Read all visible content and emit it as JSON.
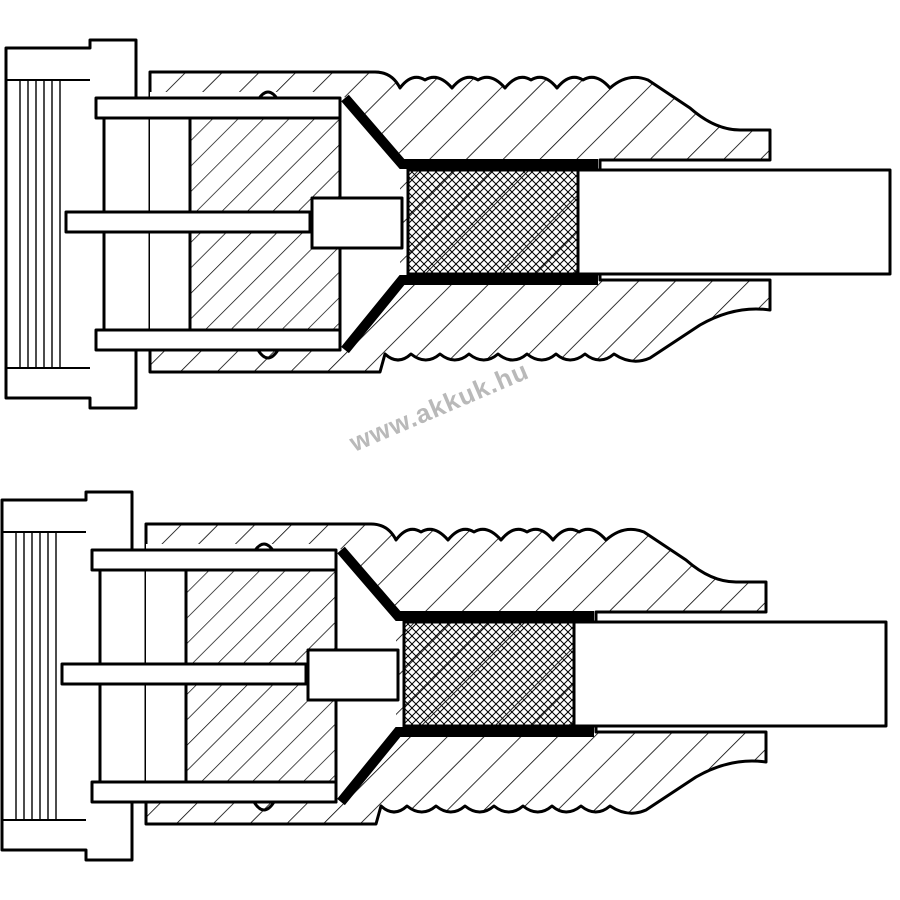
{
  "watermark": {
    "text": "www.akkuk.hu"
  },
  "colors": {
    "line": "#000000",
    "background": "#ffffff",
    "watermark": "#b9b9b9"
  },
  "connectors": [
    {
      "name": "connector-top",
      "parts": [
        "coupling-nut",
        "contact-pins",
        "insulator",
        "center-pin",
        "braided-shield",
        "cable-jacket",
        "strain-relief-boot"
      ]
    },
    {
      "name": "connector-bottom",
      "parts": [
        "coupling-nut",
        "contact-pins",
        "insulator",
        "center-pin",
        "braided-shield",
        "cable-jacket",
        "strain-relief-boot"
      ]
    }
  ]
}
